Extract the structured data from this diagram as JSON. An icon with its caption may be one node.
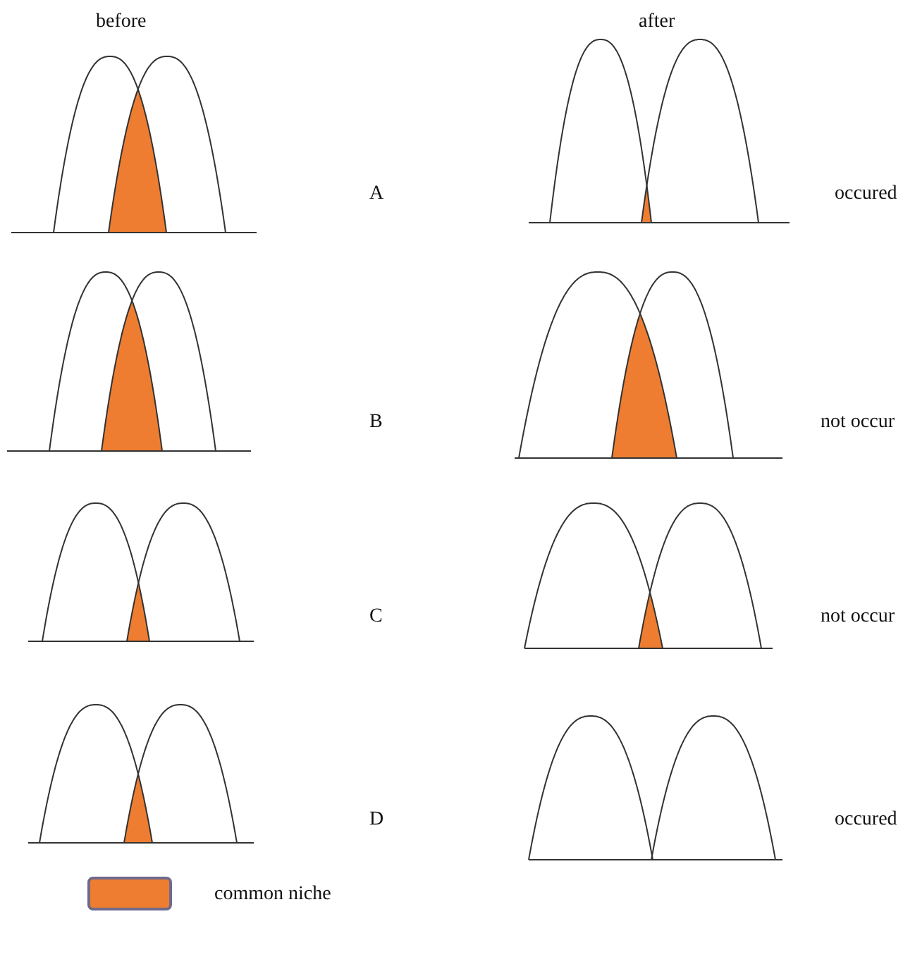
{
  "diagram": {
    "labels": [
      "before",
      "after",
      "A",
      "occured",
      "B",
      "not occur",
      "C",
      "not occur",
      "D",
      "occured"
    ],
    "legend": [
      {
        "text": "common niche",
        "color": "#ee7d31"
      }
    ]
  }
}
